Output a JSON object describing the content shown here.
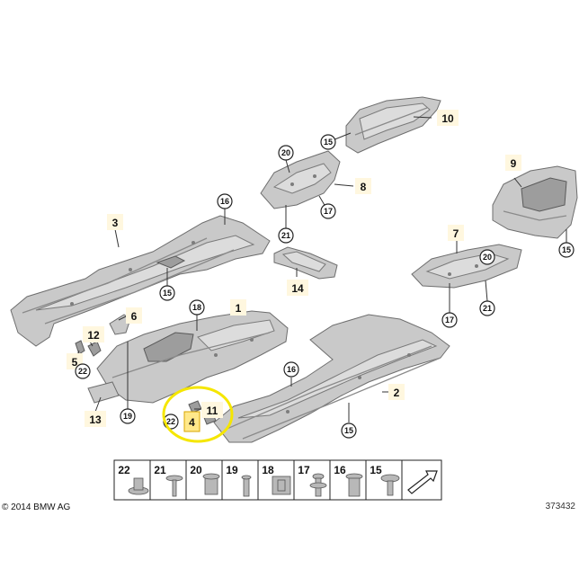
{
  "diagram": {
    "labels": {
      "p1": "1",
      "p2": "2",
      "p3": "3",
      "p4": "4",
      "p5": "5",
      "p6": "6",
      "p7": "7",
      "p8": "8",
      "p9": "9",
      "p10": "10",
      "p11": "11",
      "p12": "12",
      "p13": "13",
      "p14": "14",
      "c15a": "15",
      "c15b": "15",
      "c15c": "15",
      "c15d": "15",
      "c16a": "16",
      "c16b": "16",
      "c17a": "17",
      "c17b": "17",
      "c18": "18",
      "c19": "19",
      "c20a": "20",
      "c20b": "20",
      "c21a": "21",
      "c21b": "21",
      "c22a": "22",
      "c22b": "22"
    },
    "strip": [
      "22",
      "21",
      "20",
      "19",
      "18",
      "17",
      "16",
      "15"
    ],
    "copyright": "© 2014 BMW AG",
    "figure_id": "373432",
    "highlight_color": "#f5e600",
    "highlight_part": "4"
  }
}
